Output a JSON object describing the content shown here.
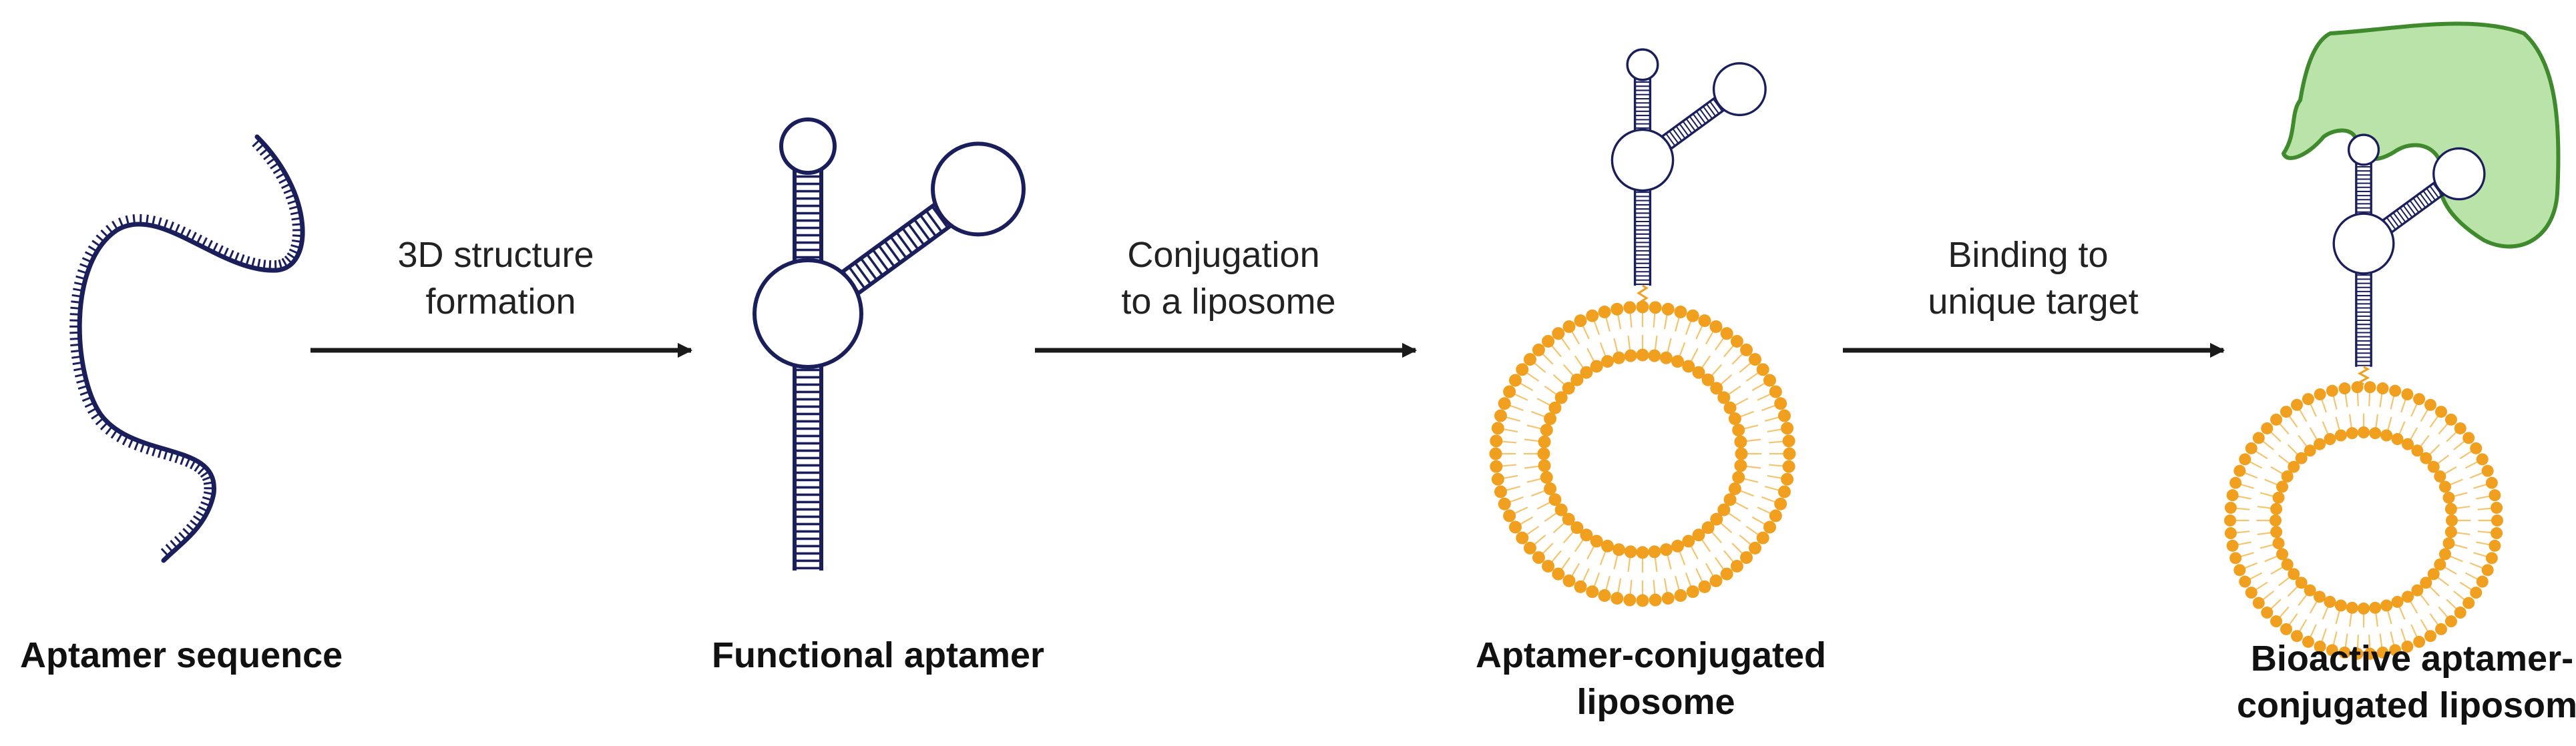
{
  "stages": [
    {
      "lines": [
        "Aptamer sequence"
      ]
    },
    {
      "lines": [
        "Functional aptamer"
      ]
    },
    {
      "lines": [
        "Aptamer-conjugated",
        "liposome"
      ]
    },
    {
      "lines": [
        "Bioactive aptamer-",
        "conjugated liposome"
      ]
    }
  ],
  "arrows": [
    {
      "lines": [
        "3D structure",
        "formation"
      ]
    },
    {
      "lines": [
        "Conjugation",
        "to a liposome"
      ]
    },
    {
      "lines": [
        "Binding to",
        "unique target"
      ]
    }
  ],
  "colors": {
    "strand": "#1a1f5c",
    "lipid": "#f0a01e",
    "lipid_tail": "#f5c46e",
    "target_fill": "#b9e3a8",
    "target_stroke": "#3f8a2c",
    "arrow": "#1a1a1a"
  },
  "icons": [
    "aptamer-strand-icon",
    "folded-aptamer-icon",
    "liposome-icon",
    "target-protein-icon"
  ]
}
